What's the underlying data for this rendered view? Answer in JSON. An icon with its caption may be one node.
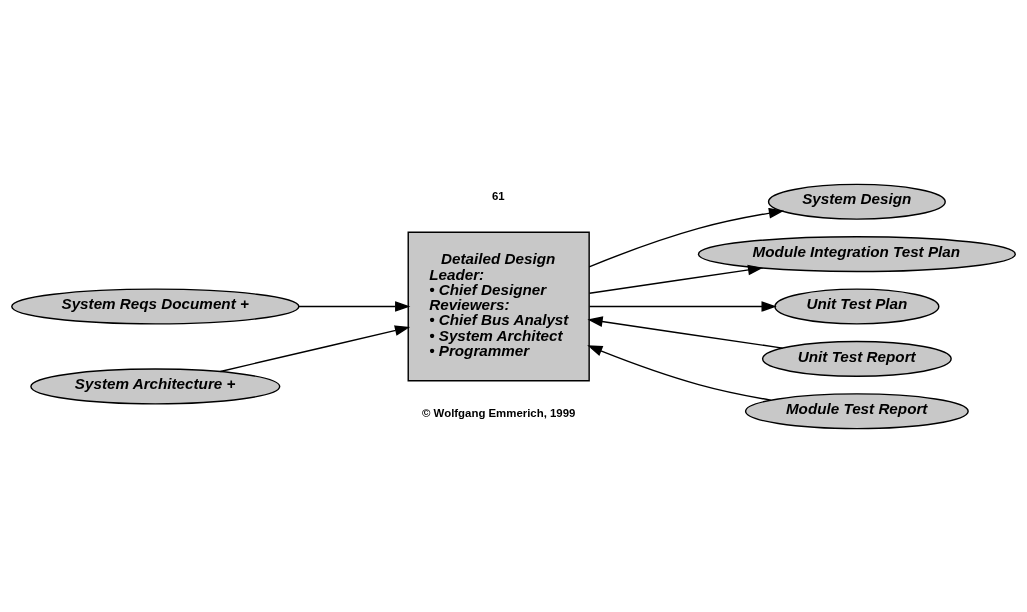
{
  "diagram": {
    "nodes": [
      {
        "text": [
          "System Reqs Document +"
        ]
      },
      {
        "text": [
          "System Architecture +"
        ]
      },
      {
        "text": [
          "Detailed Design",
          "Leader:",
          "• Chief Designer",
          "Reviewers:",
          "• Chief Bus Analyst",
          "• System Architect",
          "• Programmer"
        ]
      },
      {
        "text": [
          "System Design"
        ]
      },
      {
        "text": [
          "Module Integration Test Plan"
        ]
      },
      {
        "text": [
          "Unit Test Plan"
        ]
      },
      {
        "text": [
          "Unit Test Report"
        ]
      },
      {
        "text": [
          "Module Test Report"
        ]
      }
    ],
    "edges": [
      {
        "from": 0,
        "to": 2,
        "arrow": "to"
      },
      {
        "from": 1,
        "to": 2,
        "arrow": "to"
      },
      {
        "from": 2,
        "to": 3,
        "arrow": "to"
      },
      {
        "from": 2,
        "to": 4,
        "arrow": "to"
      },
      {
        "from": 2,
        "to": 5,
        "arrow": "to"
      },
      {
        "from": 6,
        "to": 2,
        "arrow": "to"
      },
      {
        "from": 7,
        "to": 2,
        "arrow": "to"
      }
    ],
    "labels": [
      "© Wolfgang Emmerich, 1999",
      "61"
    ]
  }
}
